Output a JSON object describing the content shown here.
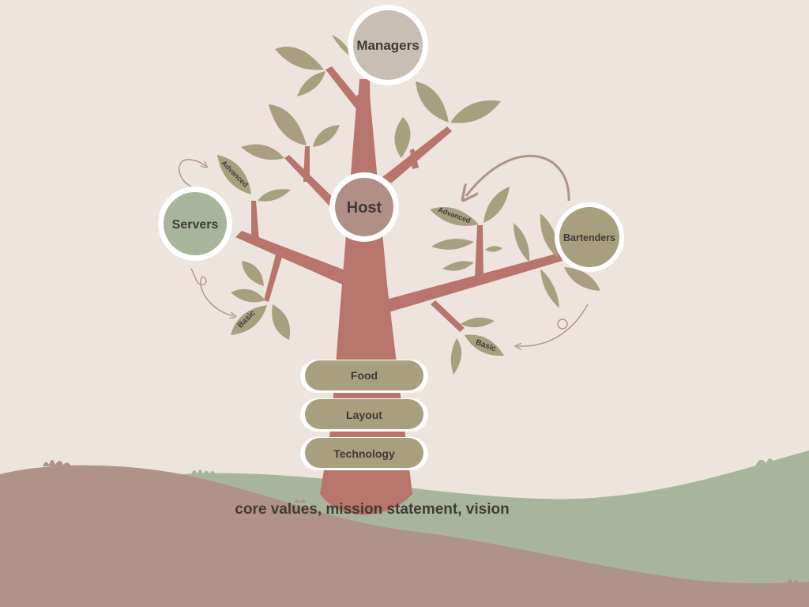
{
  "colors": {
    "background": "#ede4de",
    "trunk": "#b8756b",
    "leaf": "#a89f7e",
    "hill_front": "#b09387",
    "hill_back": "#a9b59b",
    "circle_managers": "#c8beb4",
    "circle_host": "#b08f86",
    "circle_servers": "#a9b59b",
    "circle_bartenders": "#a89f7e",
    "arrow": "#b09387",
    "text": "#3f3b38"
  },
  "roles": {
    "managers": "Managers",
    "host": "Host",
    "servers": "Servers",
    "bartenders": "Bartenders"
  },
  "levels": {
    "servers_advanced": "Advanced",
    "servers_basic": "Basic",
    "bartenders_advanced": "Advanced",
    "bartenders_basic": "Basic"
  },
  "pillars": [
    "Food",
    "Layout",
    "Technology"
  ],
  "foundation": "core values, mission statement, vision"
}
